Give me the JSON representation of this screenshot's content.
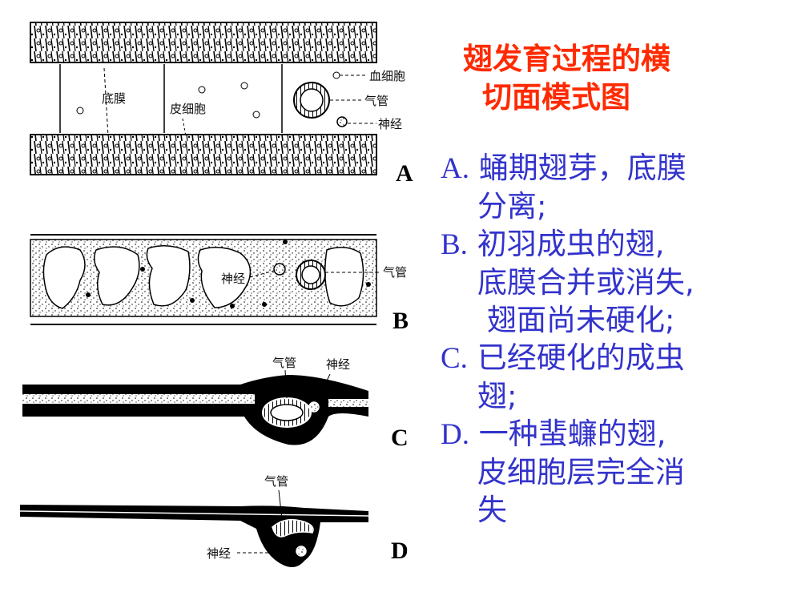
{
  "title": {
    "line1": "翅发育过程的横",
    "line2": "切面模式图",
    "color": "#ff2a00"
  },
  "items_color": "#3333cc",
  "items": [
    {
      "marker": "A.",
      "lines": [
        "蛹期翅芽，底膜",
        "分离;"
      ]
    },
    {
      "marker": "B.",
      "lines": [
        "初羽成虫的翅,",
        "底膜合并或消失,",
        "翅面尚未硬化;"
      ]
    },
    {
      "marker": "C.",
      "lines": [
        "已经硬化的成虫",
        "翅;"
      ]
    },
    {
      "marker": "D.",
      "lines": [
        "一种蜚蠊的翅,",
        "皮细胞层完全消",
        "失"
      ]
    }
  ],
  "figure": {
    "panel_a": {
      "letter": "A",
      "labels": {
        "basement_membrane": "底膜",
        "epidermal_cell": "皮细胞",
        "blood_cell": "血细胞",
        "trachea": "气管",
        "nerve": "神经"
      }
    },
    "panel_b": {
      "letter": "B",
      "labels": {
        "nerve": "神经",
        "trachea": "气管"
      }
    },
    "panel_c": {
      "letter": "C",
      "labels": {
        "trachea": "气管",
        "nerve": "神经"
      }
    },
    "panel_d": {
      "letter": "D",
      "labels": {
        "trachea": "气管",
        "nerve": "神经"
      }
    }
  }
}
